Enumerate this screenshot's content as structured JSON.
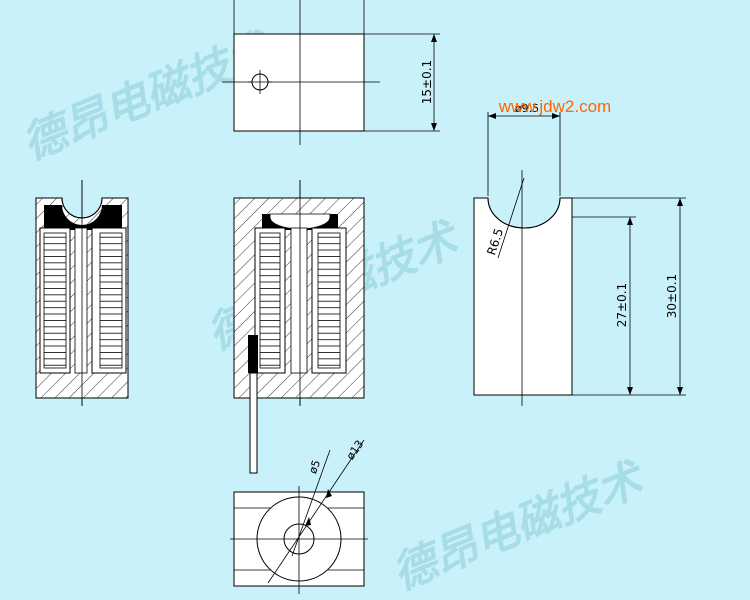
{
  "watermark": {
    "brand_text": "德昂电磁技术",
    "url": "www.jdw2.com",
    "color": "#a7dde7",
    "url_color": "#ff6600"
  },
  "dimensions": {
    "top_view_height": "15±0.1",
    "cup_width": "ø9.5",
    "radius": "R6.5",
    "inner_height": "27±0.1",
    "total_height": "30±0.1",
    "hole_diameter": "ø5",
    "outer_diameter": "ø13"
  },
  "colors": {
    "line": "#000000",
    "part_fill": "#ffffff",
    "coil_fill": "#000000",
    "background": "#c9f1f9"
  }
}
